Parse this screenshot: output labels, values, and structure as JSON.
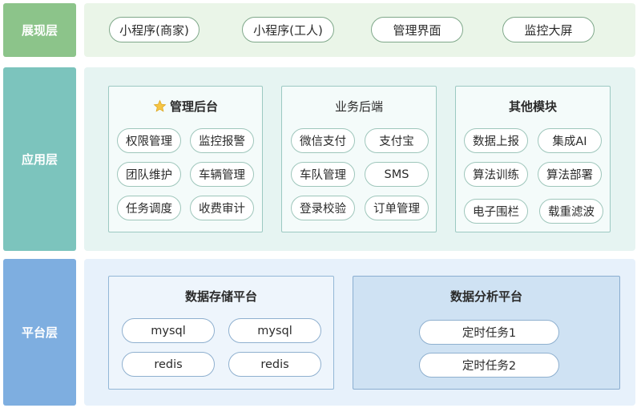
{
  "layers": {
    "presentation": {
      "label": "展现层",
      "color": "#8cc48a",
      "items": [
        "小程序(商家)",
        "小程序(工人)",
        "管理界面",
        "监控大屏"
      ]
    },
    "application": {
      "label": "应用层",
      "color": "#7cc4bd",
      "modules": [
        {
          "title": "管理后台",
          "icon": "star-icon",
          "items": [
            "权限管理",
            "监控报警",
            "团队维护",
            "车辆管理",
            "任务调度",
            "收费审计"
          ]
        },
        {
          "title": "业务后端",
          "items": [
            "微信支付",
            "支付宝",
            "车队管理",
            "SMS",
            "登录校验",
            "订单管理"
          ]
        },
        {
          "title": "其他模块",
          "items": [
            "数据上报",
            "集成AI",
            "算法训练",
            "算法部署",
            "电子围栏",
            "载重滤波"
          ]
        }
      ]
    },
    "platform": {
      "label": "平台层",
      "color": "#7eaee0",
      "modules": [
        {
          "title": "数据存储平台",
          "items": [
            "mysql",
            "mysql",
            "redis",
            "redis"
          ]
        },
        {
          "title": "数据分析平台",
          "items": [
            "定时任务1",
            "定时任务2"
          ]
        }
      ]
    }
  }
}
